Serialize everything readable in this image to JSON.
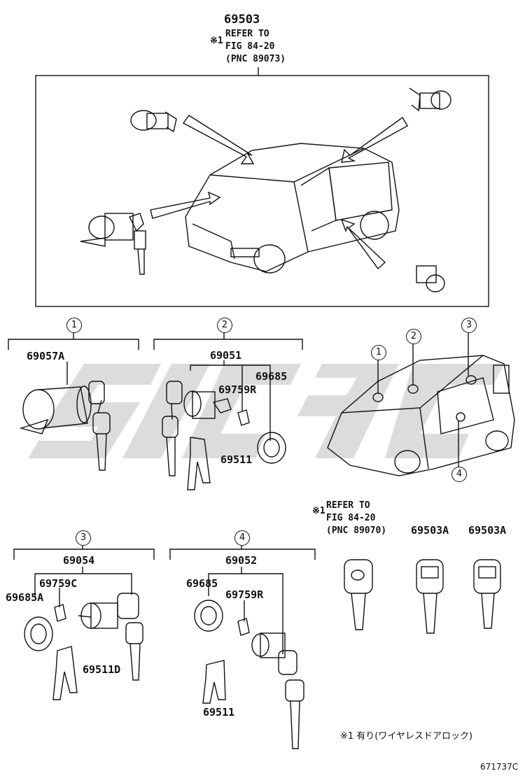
{
  "diagram": {
    "top_part": "69503",
    "top_note_mark": "※1",
    "top_note_lines": [
      "REFER TO",
      "FIG 84-20",
      "(PNC 89073)"
    ],
    "groups": [
      {
        "num": "1",
        "parts": [
          "69057A"
        ]
      },
      {
        "num": "2",
        "parts": [
          "69051",
          "69685",
          "69759R",
          "69511"
        ]
      },
      {
        "num": "3",
        "parts": [
          "69054",
          "69759C",
          "69685A",
          "69511D"
        ]
      },
      {
        "num": "4",
        "parts": [
          "69052",
          "69685",
          "69759R",
          "69511"
        ]
      }
    ],
    "car_callouts": [
      "1",
      "2",
      "3",
      "4"
    ],
    "key_note_mark": "※1",
    "key_note_lines": [
      "REFER TO",
      "FIG 84-20",
      "(PNC 89070)"
    ],
    "key_parts": [
      "69503A",
      "69503A"
    ],
    "footnote": "※1  有り(ワイヤレスドアロック)",
    "figure_code": "671737C",
    "watermark_color": "#d8d8d8",
    "line_color": "#111111"
  }
}
